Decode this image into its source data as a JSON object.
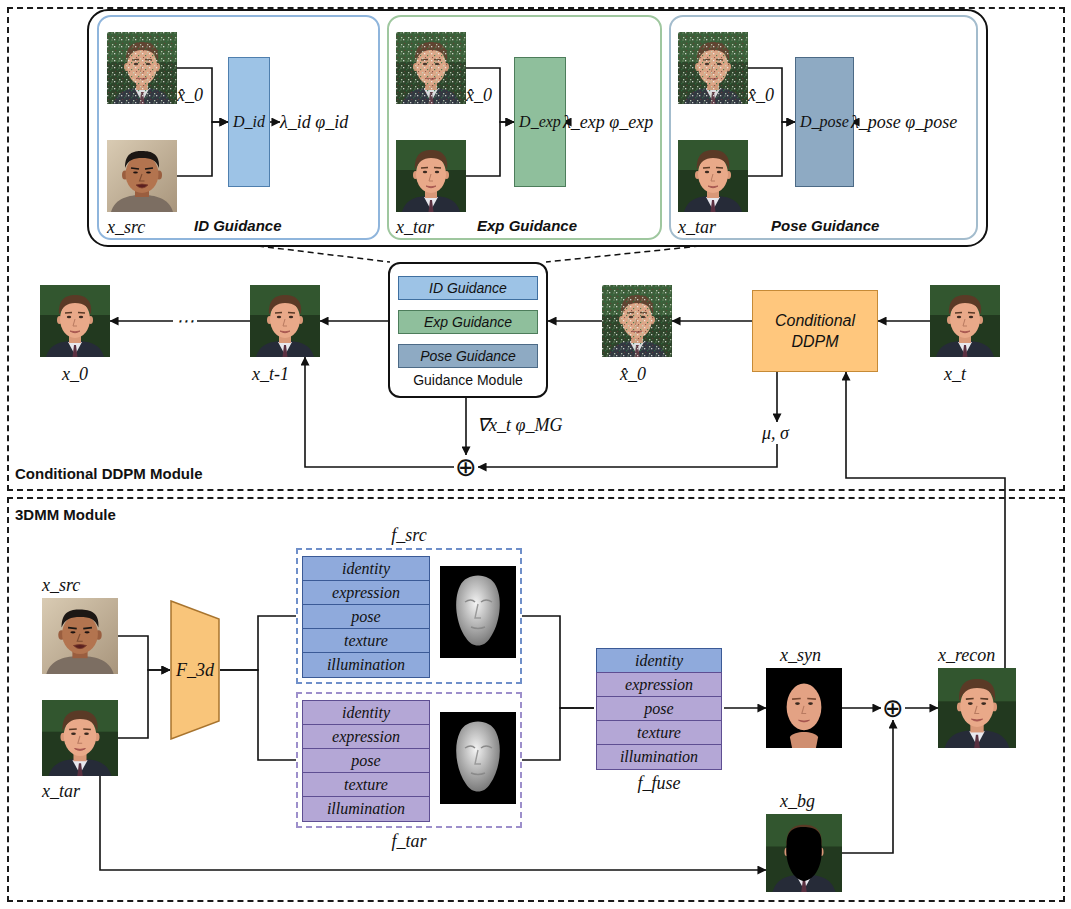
{
  "diagram": {
    "nodes": [
      {
        "text": [
          "Conditional DDPM Module"
        ]
      },
      {
        "text": [
          "ID Guidance"
        ],
        "in": 0
      },
      {
        "text": [
          "x̂_0"
        ],
        "in": 1
      },
      {
        "text": [
          "x_src"
        ],
        "in": 1
      },
      {
        "text": [
          "D_id"
        ],
        "in": 1
      },
      {
        "text": [
          "λ_id φ_id"
        ],
        "in": 1
      },
      {
        "text": [
          "Exp Guidance"
        ],
        "in": 0
      },
      {
        "text": [
          "x̂_0"
        ],
        "in": 6
      },
      {
        "text": [
          "x_tar"
        ],
        "in": 6
      },
      {
        "text": [
          "D_exp"
        ],
        "in": 6
      },
      {
        "text": [
          "λ_exp φ_exp"
        ],
        "in": 6
      },
      {
        "text": [
          "Pose Guidance"
        ],
        "in": 0
      },
      {
        "text": [
          "x̂_0"
        ],
        "in": 11
      },
      {
        "text": [
          "x_tar"
        ],
        "in": 11
      },
      {
        "text": [
          "D_pose"
        ],
        "in": 11
      },
      {
        "text": [
          "λ_pose φ_pose"
        ],
        "in": 11
      },
      {
        "text": [
          "x_0"
        ],
        "in": 0
      },
      {
        "text": [
          "x_t-1"
        ],
        "in": 0
      },
      {
        "text": [
          "Guidance Module"
        ],
        "in": 0
      },
      {
        "text": [
          "ID Guidance"
        ],
        "in": 18
      },
      {
        "text": [
          "Exp Guidance"
        ],
        "in": 18
      },
      {
        "text": [
          "Pose Guidance"
        ],
        "in": 18
      },
      {
        "text": [
          "x̂_0"
        ],
        "in": 0
      },
      {
        "text": [
          "Conditional DDPM"
        ],
        "in": 0
      },
      {
        "text": [
          "x_t"
        ],
        "in": 0
      },
      {
        "text": [
          "μ, σ"
        ],
        "in": 0
      },
      {
        "text": [
          "⊕"
        ],
        "in": 0
      },
      {
        "text": [
          "3DMM Module"
        ]
      },
      {
        "text": [
          "x_src"
        ],
        "in": 27
      },
      {
        "text": [
          "x_tar"
        ],
        "in": 27
      },
      {
        "text": [
          "F_3d"
        ],
        "in": 27
      },
      {
        "text": [
          "f_src"
        ],
        "in": 27
      },
      {
        "text": [
          "identity"
        ],
        "in": 31
      },
      {
        "text": [
          "expression"
        ],
        "in": 31
      },
      {
        "text": [
          "pose"
        ],
        "in": 31
      },
      {
        "text": [
          "texture"
        ],
        "in": 31
      },
      {
        "text": [
          "illumination"
        ],
        "in": 31
      },
      {
        "text": [
          "f_tar"
        ],
        "in": 27
      },
      {
        "text": [
          "identity"
        ],
        "in": 37
      },
      {
        "text": [
          "expression"
        ],
        "in": 37
      },
      {
        "text": [
          "pose"
        ],
        "in": 37
      },
      {
        "text": [
          "texture"
        ],
        "in": 37
      },
      {
        "text": [
          "illumination"
        ],
        "in": 37
      },
      {
        "text": [
          "f_fuse"
        ],
        "in": 27
      },
      {
        "text": [
          "identity"
        ],
        "in": 43
      },
      {
        "text": [
          "expression"
        ],
        "in": 43
      },
      {
        "text": [
          "pose"
        ],
        "in": 43
      },
      {
        "text": [
          "texture"
        ],
        "in": 43
      },
      {
        "text": [
          "illumination"
        ],
        "in": 43
      },
      {
        "text": [
          "x_syn"
        ],
        "in": 27
      },
      {
        "text": [
          "⊕"
        ],
        "in": 27
      },
      {
        "text": [
          "x_recon"
        ],
        "in": 27
      },
      {
        "text": [
          "x_bg"
        ],
        "in": 27
      }
    ],
    "edges": [
      {
        "from": 2,
        "to": 4,
        "arrow": "to"
      },
      {
        "from": 3,
        "to": 4,
        "arrow": "to"
      },
      {
        "from": 4,
        "to": 5,
        "arrow": "to"
      },
      {
        "from": 7,
        "to": 9,
        "arrow": "to"
      },
      {
        "from": 8,
        "to": 9,
        "arrow": "to"
      },
      {
        "from": 9,
        "to": 10,
        "arrow": "to"
      },
      {
        "from": 12,
        "to": 14,
        "arrow": "to"
      },
      {
        "from": 13,
        "to": 14,
        "arrow": "to"
      },
      {
        "from": 14,
        "to": 15,
        "arrow": "to"
      },
      {
        "from": 24,
        "to": 23,
        "arrow": "to"
      },
      {
        "from": 23,
        "to": 22,
        "arrow": "to"
      },
      {
        "from": 22,
        "to": 18,
        "arrow": "to"
      },
      {
        "from": 18,
        "to": 17,
        "arrow": "to"
      },
      {
        "from": 17,
        "to": 16,
        "label": "⋯",
        "arrow": "to"
      },
      {
        "from": 18,
        "to": 26,
        "label": "∇x_t φ_MG",
        "arrow": "to"
      },
      {
        "from": 23,
        "to": 25,
        "arrow": "to"
      },
      {
        "from": 25,
        "to": 26,
        "arrow": "to"
      },
      {
        "from": 26,
        "to": 17,
        "arrow": "to"
      },
      {
        "from": 28,
        "to": 30,
        "arrow": "to"
      },
      {
        "from": 29,
        "to": 30,
        "arrow": "to"
      },
      {
        "from": 30,
        "to": 31,
        "arrow": "none"
      },
      {
        "from": 30,
        "to": 37,
        "arrow": "none"
      },
      {
        "from": 31,
        "to": 43,
        "arrow": "none"
      },
      {
        "from": 37,
        "to": 43,
        "arrow": "none"
      },
      {
        "from": 43,
        "to": 49,
        "arrow": "to"
      },
      {
        "from": 49,
        "to": 50,
        "arrow": "to"
      },
      {
        "from": 52,
        "to": 50,
        "arrow": "to"
      },
      {
        "from": 50,
        "to": 51,
        "arrow": "to"
      },
      {
        "from": 29,
        "to": 52,
        "arrow": "to"
      },
      {
        "from": 51,
        "to": 23,
        "arrow": "to"
      }
    ]
  }
}
